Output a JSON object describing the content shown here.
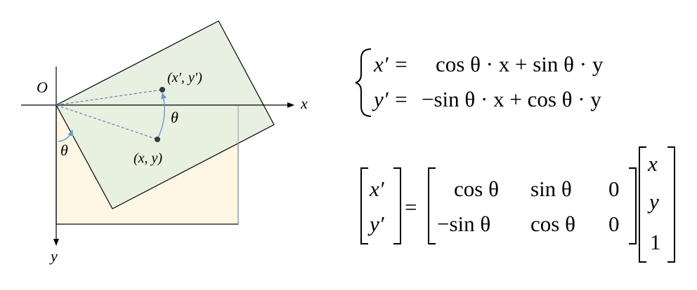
{
  "diagram": {
    "origin_label": "O",
    "x_axis_label": "x",
    "y_axis_label": "y",
    "point_original_label": "(x, y)",
    "point_rotated_label": "(x′, y′)",
    "angle_label_rotation": "θ",
    "angle_label_axis": "θ",
    "colors": {
      "original_rect_fill": "#fdf6e3",
      "rotated_rect_fill": "#e6efdf",
      "arc_color": "#5b9bd5",
      "dashed_line_color": "#5b7fb5",
      "point_color": "#3a3a3a"
    }
  },
  "equations": {
    "system": {
      "row1_lhs": "x′ =",
      "row1_rhs": "cos θ · x + sin θ · y",
      "row2_lhs": "y′ =",
      "row2_rhs": "−sin θ · x + cos θ · y"
    },
    "matrix": {
      "lhs": [
        "x′",
        "y′"
      ],
      "equals": "=",
      "rows": [
        [
          "cos θ",
          "sin θ",
          "0"
        ],
        [
          "−sin θ",
          "cos θ",
          "0"
        ]
      ],
      "vector": [
        "x",
        "y",
        "1"
      ]
    }
  }
}
